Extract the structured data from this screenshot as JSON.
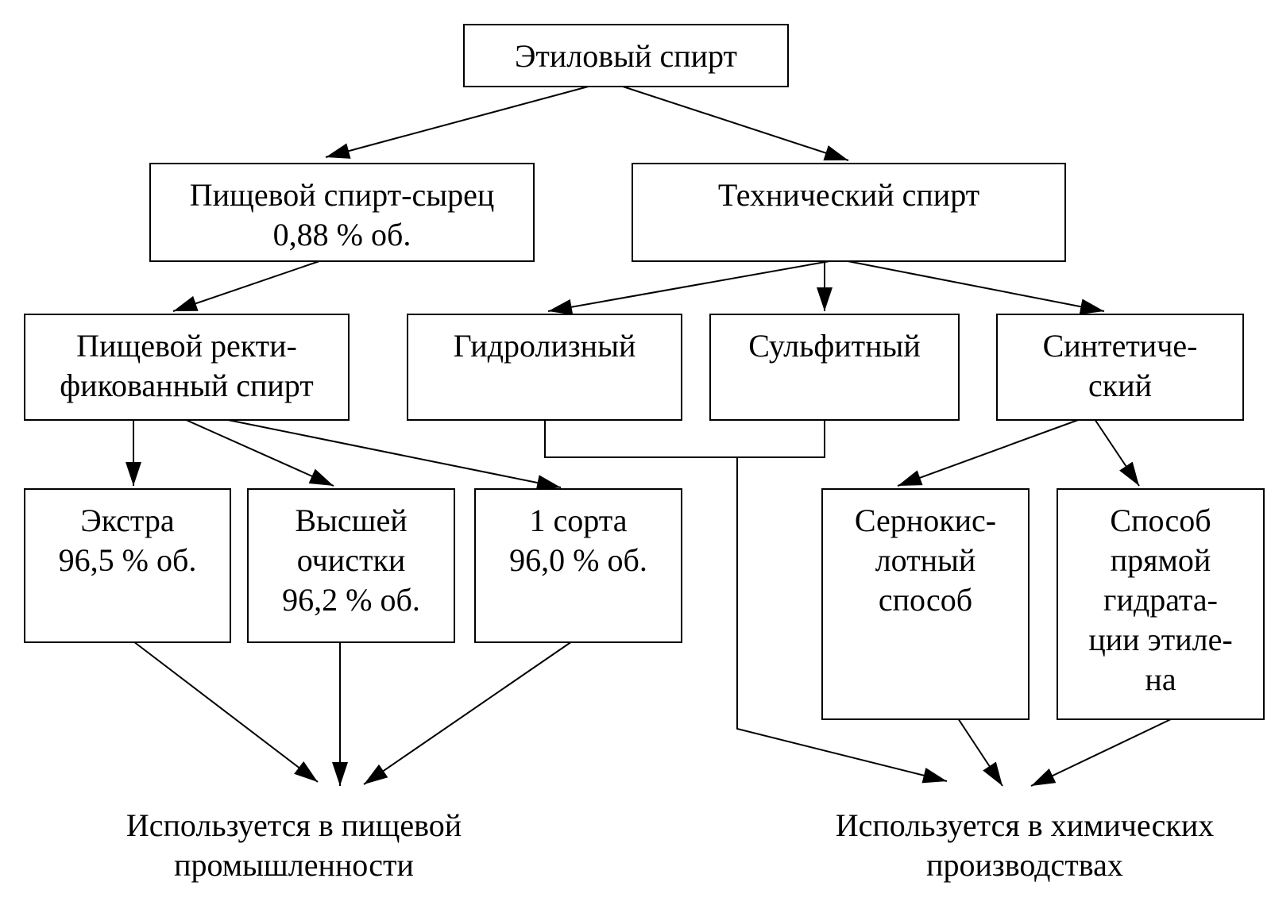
{
  "diagram": {
    "nodes": {
      "root": "Этиловый  спирт",
      "food_raw": "Пищевой спирт-сырец\n0,88 % об.",
      "technical": "Технический спирт",
      "food_rect": "Пищевой ректи-\nфикованный спирт",
      "hydrolysis": "Гидролизный",
      "sulfite": "Сульфитный",
      "synthetic": "Синтетиче-\nский",
      "extra": "Экстра\n96,5 % об.",
      "highest": "Высшей\nочистки\n96,2 % об.",
      "first_grade": "1 сорта\n96,0 % об.",
      "sulfuric": "Сернокис-\nлотный\nспособ",
      "direct_hydration": "Способ\nпрямой\nгидрата-\nции этиле-\nна"
    },
    "outcomes": {
      "food_industry": "Используется в пищевой\nпромышленности",
      "chemical_industry": "Используется в химических\nпроизводствах"
    },
    "edges": [
      {
        "from": "root",
        "to": "food_raw"
      },
      {
        "from": "root",
        "to": "technical"
      },
      {
        "from": "food_raw",
        "to": "food_rect"
      },
      {
        "from": "technical",
        "to": "hydrolysis"
      },
      {
        "from": "technical",
        "to": "sulfite"
      },
      {
        "from": "technical",
        "to": "synthetic"
      },
      {
        "from": "food_rect",
        "to": "extra"
      },
      {
        "from": "food_rect",
        "to": "highest"
      },
      {
        "from": "food_rect",
        "to": "first_grade"
      },
      {
        "from": "synthetic",
        "to": "sulfuric"
      },
      {
        "from": "synthetic",
        "to": "direct_hydration"
      },
      {
        "from": "extra",
        "to": "food_industry"
      },
      {
        "from": "highest",
        "to": "food_industry"
      },
      {
        "from": "first_grade",
        "to": "food_industry"
      },
      {
        "from": "hydrolysis",
        "to": "chemical_industry"
      },
      {
        "from": "sulfite",
        "to": "chemical_industry"
      },
      {
        "from": "sulfuric",
        "to": "chemical_industry"
      },
      {
        "from": "direct_hydration",
        "to": "chemical_industry"
      }
    ]
  }
}
